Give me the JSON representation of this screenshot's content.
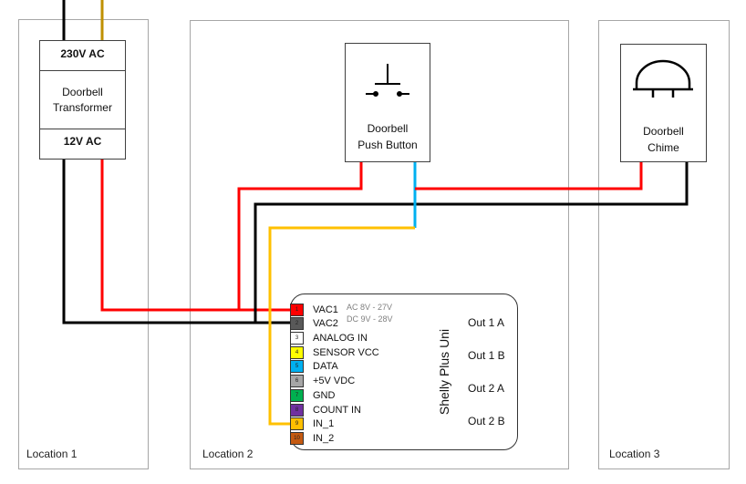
{
  "locations": [
    {
      "label": "Location 1"
    },
    {
      "label": "Location 2"
    },
    {
      "label": "Location 3"
    }
  ],
  "transformer": {
    "input_label": "230V AC",
    "name_line1": "Doorbell",
    "name_line2": "Transformer",
    "output_label": "12V AC"
  },
  "push_button": {
    "name_line1": "Doorbell",
    "name_line2": "Push Button"
  },
  "chime": {
    "name_line1": "Doorbell",
    "name_line2": "Chime"
  },
  "shelly": {
    "name": "Shelly Plus Uni",
    "supply_ac": "AC 8V - 27V",
    "supply_dc": "DC 9V - 28V",
    "pins": [
      {
        "num": "1",
        "label": "VAC1",
        "color": "#ff0000"
      },
      {
        "num": "2",
        "label": "VAC2",
        "color": "#595959"
      },
      {
        "num": "3",
        "label": "ANALOG IN",
        "color": "#ffffff"
      },
      {
        "num": "4",
        "label": "SENSOR VCC",
        "color": "#ffff00"
      },
      {
        "num": "5",
        "label": "DATA",
        "color": "#00b0f0"
      },
      {
        "num": "6",
        "label": "+5V VDC",
        "color": "#a6a6a6"
      },
      {
        "num": "7",
        "label": "GND",
        "color": "#00b050"
      },
      {
        "num": "8",
        "label": "COUNT IN",
        "color": "#7030a0"
      },
      {
        "num": "9",
        "label": "IN_1",
        "color": "#ffc000"
      },
      {
        "num": "10",
        "label": "IN_2",
        "color": "#c55a11"
      }
    ],
    "outputs": [
      {
        "label": "Out 1 A"
      },
      {
        "label": "Out 1 B"
      },
      {
        "label": "Out 2 A"
      },
      {
        "label": "Out 2 B"
      }
    ]
  },
  "wire_colors": {
    "red": "#ff0000",
    "black": "#000000",
    "yellow": "#ffc000",
    "blue": "#00b0f0",
    "mains_live": "#bf9000"
  }
}
